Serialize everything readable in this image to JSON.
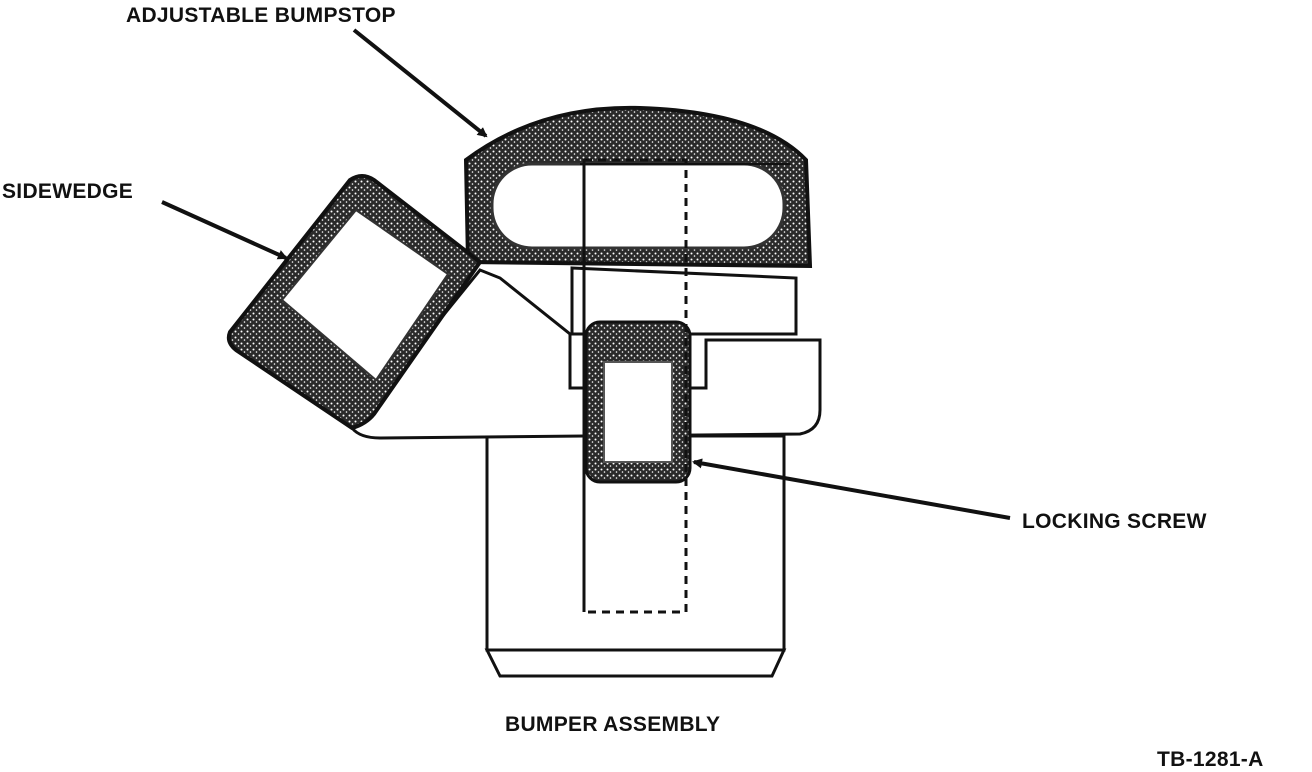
{
  "labels": {
    "adjustable_bumpstop": "ADJUSTABLE BUMPSTOP",
    "sidewedge": "SIDEWEDGE",
    "locking_screw": "LOCKING SCREW"
  },
  "caption": "BUMPER ASSEMBLY",
  "figure_ref": "TB-1281-A",
  "colors": {
    "ink": "#111111",
    "paper": "#ffffff"
  }
}
